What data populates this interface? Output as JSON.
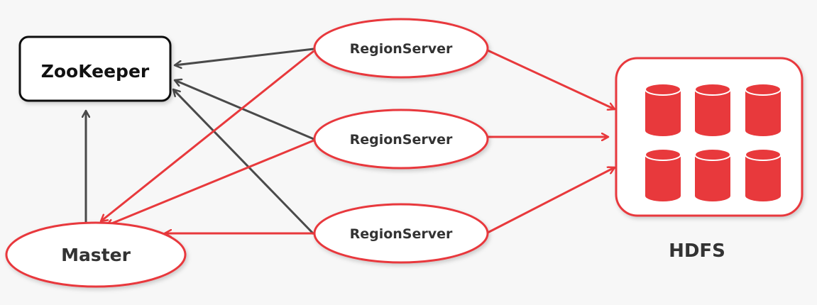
{
  "nodes": {
    "zookeeper": {
      "label": "ZooKeeper"
    },
    "master": {
      "label": "Master"
    },
    "region_servers": [
      {
        "label": "RegionServer"
      },
      {
        "label": "RegionServer"
      },
      {
        "label": "RegionServer"
      }
    ],
    "hdfs": {
      "label": "HDFS"
    }
  },
  "colors": {
    "red": "#e8393c",
    "dark": "#4a4a4a",
    "black": "#111111",
    "background": "#f7f7f7"
  }
}
